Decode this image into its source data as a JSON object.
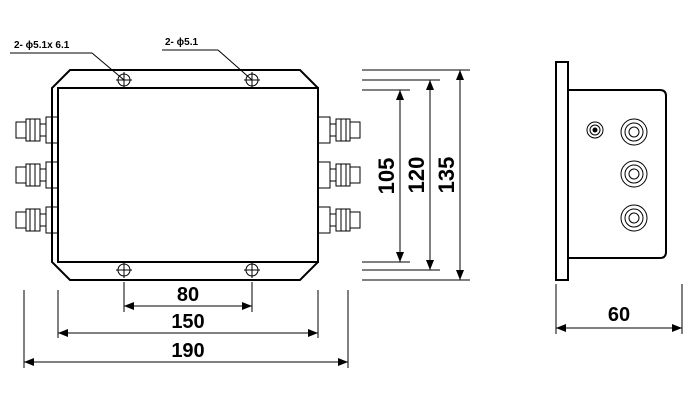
{
  "callouts": {
    "left_hole": "2- ϕ5.1x 6.1",
    "right_hole": "2- ϕ5.1"
  },
  "dimensions": {
    "d80": "80",
    "d150": "150",
    "d190": "190",
    "d105": "105",
    "d120": "120",
    "d135": "135",
    "d60": "60"
  },
  "colors": {
    "line": "#000000",
    "background": "#ffffff"
  }
}
